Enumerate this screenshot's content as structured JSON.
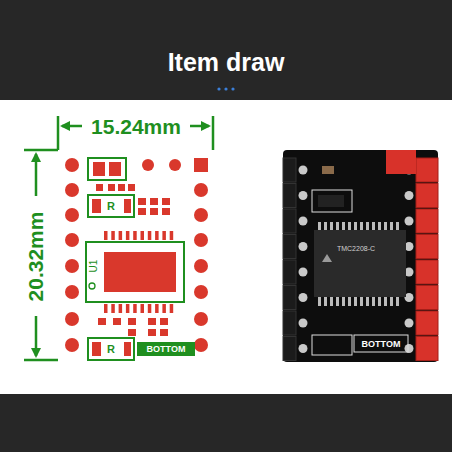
{
  "diagram": {
    "title": "Item draw",
    "labels": [
      "15.24mm",
      "20.32mm",
      "R",
      "U1",
      "R",
      "BOTTOM",
      "TMC2208-C",
      "BOTTOM"
    ]
  }
}
